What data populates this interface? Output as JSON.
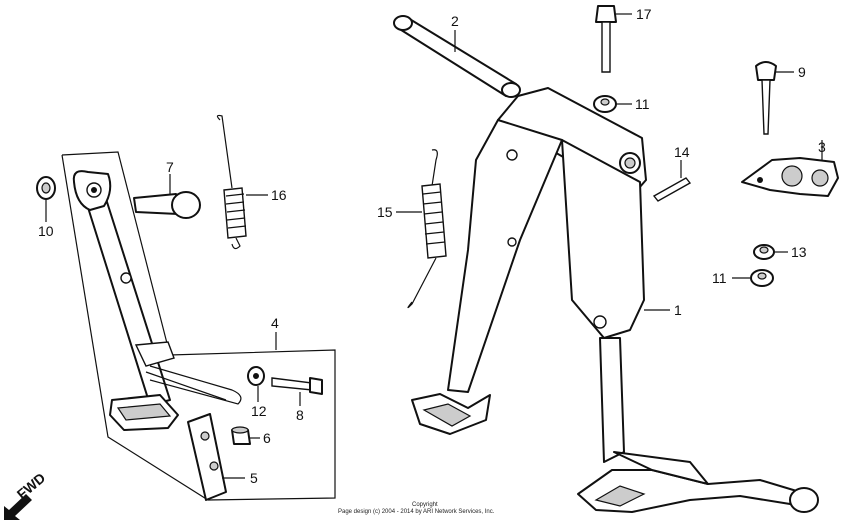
{
  "callouts": [
    "1",
    "2",
    "3",
    "4",
    "5",
    "6",
    "7",
    "8",
    "9",
    "10",
    "11",
    "11",
    "12",
    "13",
    "14",
    "15",
    "16",
    "17"
  ],
  "direction_label": "FWD",
  "copyright": {
    "line1": "Copyright",
    "line2": "Page design (c) 2004 - 2014 by ARI Network Services, Inc."
  }
}
